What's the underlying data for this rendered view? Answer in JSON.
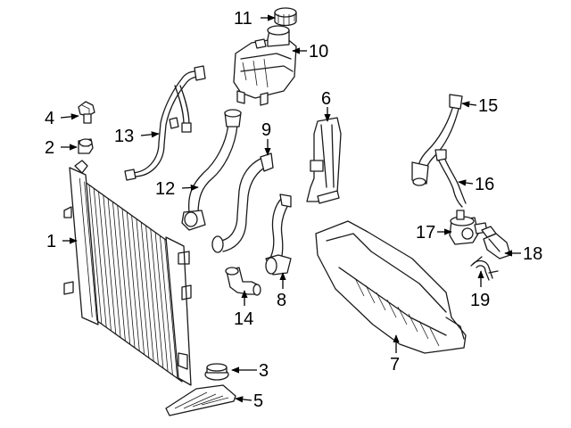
{
  "diagram": {
    "colors": {
      "line": "#1a1a1a",
      "background": "#ffffff",
      "callout": "#000000"
    },
    "callouts": [
      {
        "id": "1",
        "label": "1"
      },
      {
        "id": "2",
        "label": "2"
      },
      {
        "id": "3",
        "label": "3"
      },
      {
        "id": "4",
        "label": "4"
      },
      {
        "id": "5",
        "label": "5"
      },
      {
        "id": "6",
        "label": "6"
      },
      {
        "id": "7",
        "label": "7"
      },
      {
        "id": "8",
        "label": "8"
      },
      {
        "id": "9",
        "label": "9"
      },
      {
        "id": "10",
        "label": "10"
      },
      {
        "id": "11",
        "label": "11"
      },
      {
        "id": "12",
        "label": "12"
      },
      {
        "id": "13",
        "label": "13"
      },
      {
        "id": "14",
        "label": "14"
      },
      {
        "id": "15",
        "label": "15"
      },
      {
        "id": "16",
        "label": "16"
      },
      {
        "id": "17",
        "label": "17"
      },
      {
        "id": "18",
        "label": "18"
      },
      {
        "id": "19",
        "label": "19"
      }
    ]
  }
}
